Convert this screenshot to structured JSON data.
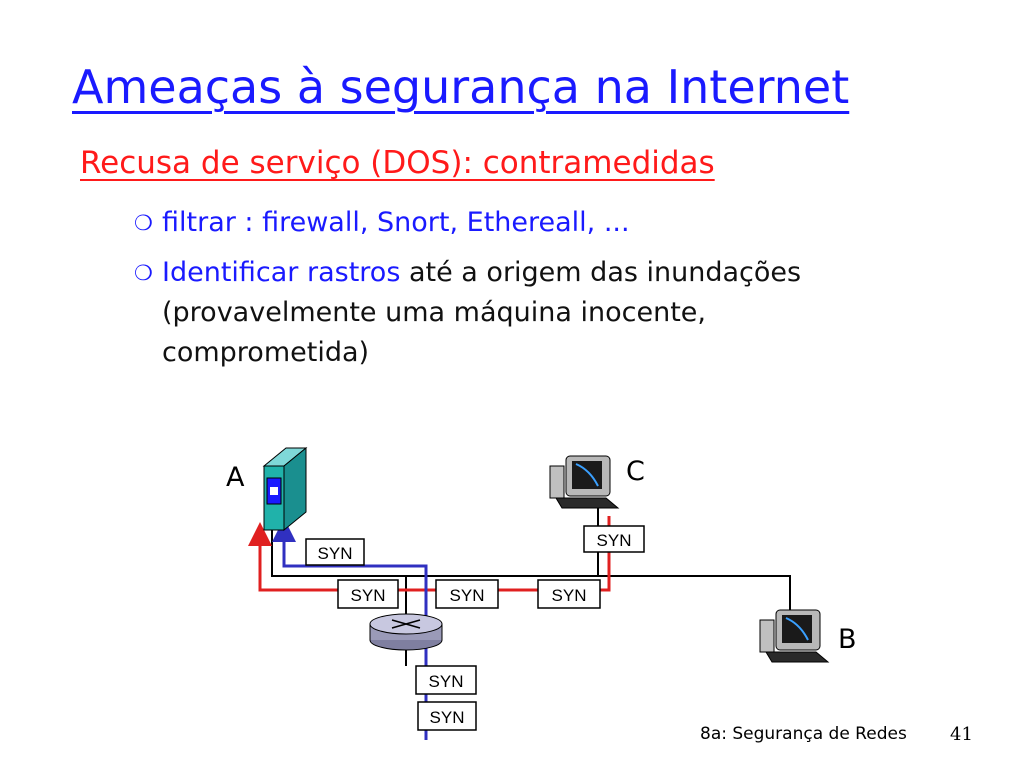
{
  "title": "Ameaças à segurança na Internet",
  "subtitle": "Recusa de serviço (DOS): contramedidas",
  "bullets": [
    {
      "text": "filtrar : firewall, Snort, Ethereall, ..."
    },
    {
      "highlight": "Identificar rastros",
      "rest": " até a origem das inundações",
      "line2": "(provavelmente uma máquina inocente,",
      "line3": "comprometida)"
    }
  ],
  "diagram": {
    "nodes": {
      "a": "A",
      "b": "B",
      "c": "C"
    },
    "packets": [
      "SYN",
      "SYN",
      "SYN",
      "SYN",
      "SYN",
      "SYN",
      "SYN"
    ]
  },
  "footer": {
    "text": "8a: Segurança de Redes",
    "page": "41"
  },
  "colors": {
    "title": "#1a1aff",
    "subtitle": "#ff1a1a",
    "attack_path": "#e02020",
    "trace_path": "#3030c0"
  }
}
